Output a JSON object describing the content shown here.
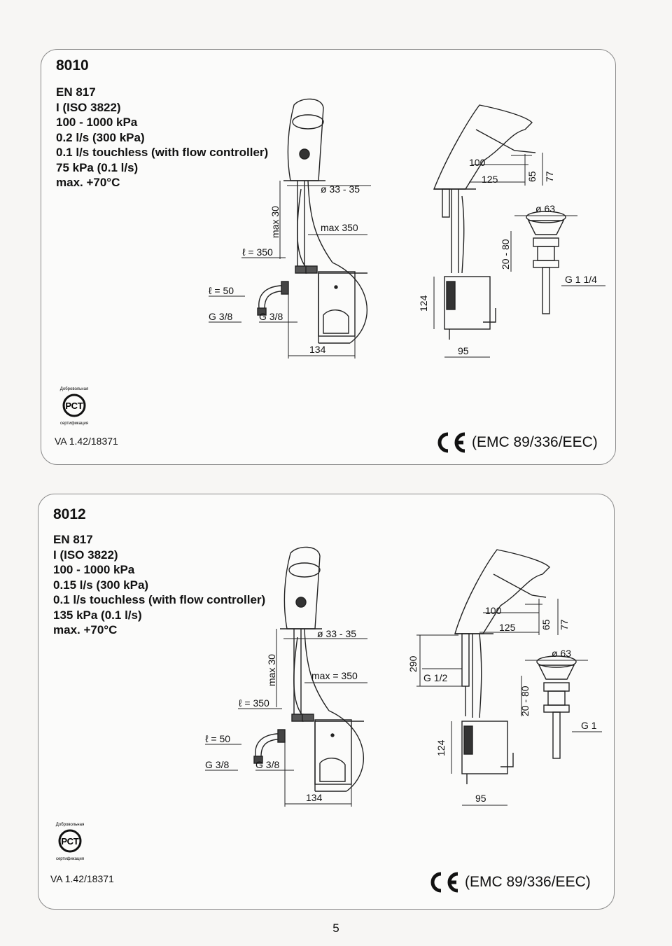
{
  "panels": [
    {
      "model": "8010",
      "specs": [
        "EN 817",
        "I (ISO 3822)",
        "100 - 1000 kPa",
        "0.2 l/s (300 kPa)",
        "0.1 l/s touchless (with flow controller)",
        "75 kPa (0.1 l/s)",
        "max. +70°C"
      ],
      "certificate": "VA 1.42/18371",
      "ce_text": "(EMC 89/336/EEC)",
      "front_labels": {
        "diameter": "ø 33 - 35",
        "max_height": "max 30",
        "max_len": "max 350",
        "hose_len": "ℓ = 350",
        "pipe_len": "ℓ = 50",
        "conn_left": "G 3/8",
        "conn_right": "G 3/8",
        "box_width": "134"
      },
      "side_labels": {
        "spout_reach": "100",
        "spout_total": "125",
        "h1": "65",
        "h2": "77",
        "box_height": "124",
        "box_depth": "95",
        "drain_dia": "ø 63",
        "drain_range": "20 - 80",
        "drain_thread": "G 1 1/4"
      }
    },
    {
      "model": "8012",
      "specs": [
        "EN 817",
        "I (ISO 3822)",
        "100 - 1000 kPa",
        "0.15 l/s (300 kPa)",
        "0.1 l/s touchless (with flow controller)",
        "135 kPa (0.1 l/s)",
        "max. +70°C"
      ],
      "certificate": "VA 1.42/18371",
      "ce_text": "(EMC 89/336/EEC)",
      "front_labels": {
        "diameter": "ø 33 - 35",
        "max_height": "max 30",
        "max_len": "max = 350",
        "hose_len": "ℓ = 350",
        "pipe_len": "ℓ = 50",
        "conn_left": "G 3/8",
        "conn_right": "G 3/8",
        "box_width": "134"
      },
      "side_labels": {
        "spout_reach": "100",
        "spout_total": "125",
        "h1": "65",
        "h2": "77",
        "tall": "290",
        "rod_thread": "G 1/2",
        "box_height": "124",
        "box_depth": "95",
        "drain_dia": "ø 63",
        "drain_range": "20 - 80",
        "drain_thread": "G 1"
      }
    }
  ],
  "logo_text_top": "Добровольная",
  "logo_text_bottom": "сертификация",
  "logo_letters": "РСТ",
  "page_number": "5"
}
